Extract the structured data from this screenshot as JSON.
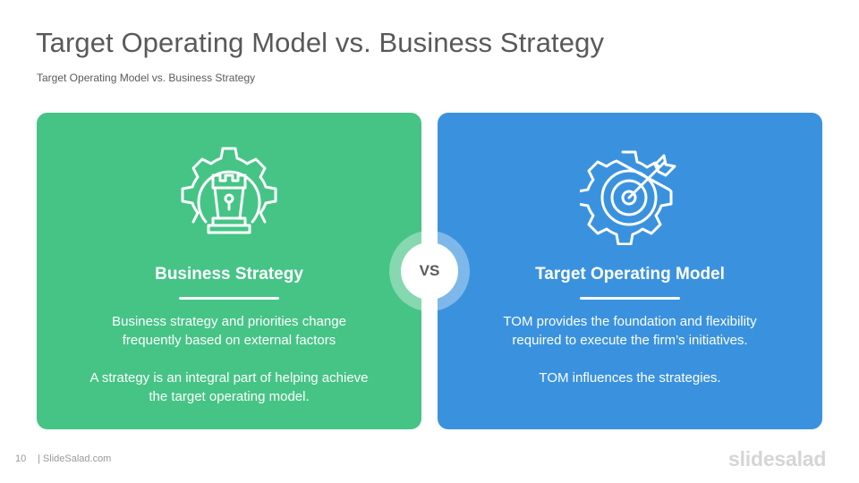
{
  "slide": {
    "title": "Target Operating Model vs. Business Strategy",
    "subtitle": "Target Operating Model vs. Business Strategy"
  },
  "left_card": {
    "heading": "Business Strategy",
    "icon": "chess-rook-gear-icon",
    "color": "#45c486",
    "p1_line1": "Business strategy and priorities change",
    "p1_line2": "frequently based on external factors",
    "p2_line1": "A strategy is an integral part of helping achieve",
    "p2_line2": "the target operating model."
  },
  "right_card": {
    "heading": "Target Operating Model",
    "icon": "gear-target-icon",
    "color": "#3a92df",
    "p1_line1": "TOM provides the foundation and flexibility",
    "p1_line2": "required to execute the firm’s initiatives.",
    "p2_line1": "TOM influences the strategies."
  },
  "vs_badge": {
    "label": "VS"
  },
  "footer": {
    "page_number": "10",
    "brand": "| SlideSalad.com",
    "logo": "slidesalad"
  }
}
